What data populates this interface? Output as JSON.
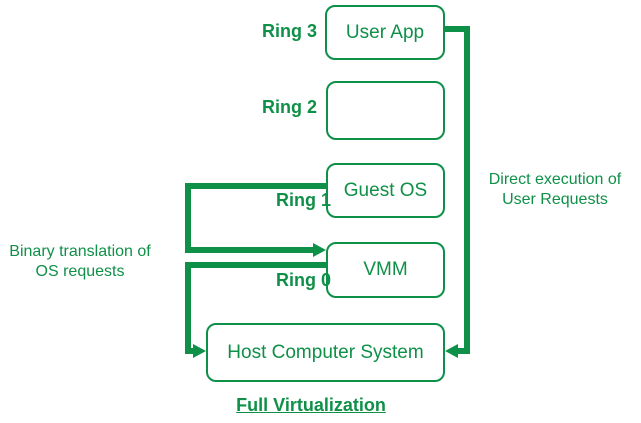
{
  "colors": {
    "green": "#0f9048",
    "background": "#ffffff"
  },
  "diagram": {
    "title": "Full Virtualization",
    "rings": [
      {
        "label": "Ring 3",
        "box": "User App"
      },
      {
        "label": "Ring 2",
        "box": ""
      },
      {
        "label": "Ring 1",
        "box": "Guest OS"
      },
      {
        "label": "Ring 0",
        "box": "VMM"
      }
    ],
    "host_box": "Host Computer System",
    "annotations": {
      "binary_translation": {
        "line1": "Binary translation of",
        "line2": "OS requests"
      },
      "direct_execution": {
        "line1": "Direct execution of",
        "line2": "User Requests"
      }
    }
  }
}
